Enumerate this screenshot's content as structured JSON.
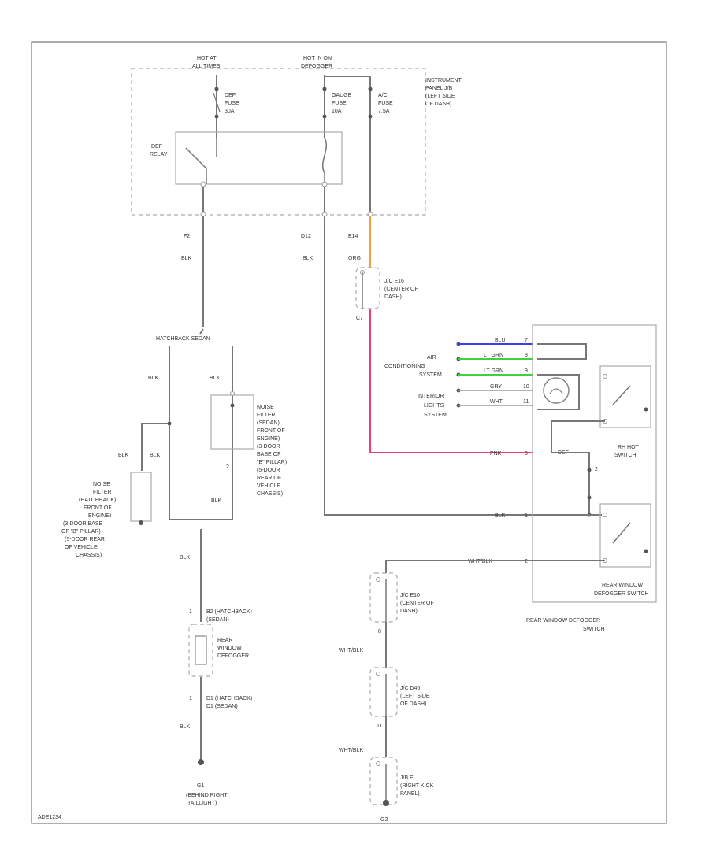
{
  "colors": {
    "wire": "#777777",
    "orange": "#f0a040",
    "pink": "#f03c78",
    "blue": "#3c3cf0",
    "green": "#3cd23c"
  },
  "labels": {
    "hot_at_all_times": [
      "HOT AT",
      "ALL TIMES"
    ],
    "hot_in_on_defogger": [
      "HOT IN ON",
      "DEFOGGER"
    ],
    "instrument_panel_jb": [
      "INSTRUMENT",
      "PANEL J/B",
      "(LEFT SIDE",
      "OF DASH)"
    ],
    "def_fuse": [
      "DEF",
      "FUSE",
      "30A"
    ],
    "gauge_fuse": [
      "GAUGE",
      "FUSE",
      "10A"
    ],
    "ac_fuse": [
      "A/C",
      "FUSE",
      "7.5A"
    ],
    "def_relay": [
      "DEF",
      "RELAY"
    ],
    "f2": "F2",
    "d12": "D12",
    "e14": "E14",
    "blk": "BLK",
    "org": "ORG",
    "jc_e16": [
      "J/C E16",
      "(CENTER OF",
      "DASH)"
    ],
    "c7": "C7",
    "hatchback_sedan": "HATCHBACK  SEDAN",
    "noise_filter_sedan": [
      "NOISE",
      "FILTER",
      "(SEDAN)",
      "FRONT OF",
      "ENGINE)",
      "(3-DOOR",
      "BASE OF",
      "\"B\" PILLAR)",
      "(5-DOOR",
      "REAR OF",
      "VEHICLE",
      "CHASSIS)"
    ],
    "noise_filter_hatchback": [
      "NOISE",
      "FILTER",
      "(HATCHBACK)",
      "FRONT OF",
      "ENGINE)",
      "(3-DOOR BASE",
      "OF \"B\" PILLAR)",
      "(5-DOOR REAR",
      "OF VEHICLE",
      "CHASSIS)"
    ],
    "num_2": "2",
    "num_1": "1",
    "air_conditioning": [
      "AIR",
      "CONDITIONING",
      "SYSTEM"
    ],
    "interior_lights": [
      "INTERIOR",
      "LIGHTS",
      "SYSTEM"
    ],
    "wires": [
      "BLU",
      "LT GRN",
      "LT GRN",
      "GRY",
      "WHT"
    ],
    "sw_pins": [
      "7",
      "8",
      "9",
      "10",
      "11"
    ],
    "pink_wire": "PNK",
    "pink_pin": "6",
    "pink_extra": "DEF",
    "rh_hot_switch": [
      "RH HOT",
      "SWITCH"
    ],
    "blk_pin": "BLK",
    "blk_pin_no": "1",
    "wht_blk_pin": "WHT/BLK",
    "wht_blk_no": "2",
    "rear_window_defogger_inner": [
      "REAR WINDOW",
      "DEFOGGER SWITCH"
    ],
    "rear_window_defogger_switch": [
      "REAR WINDOW DEFOGGER",
      "SWITCH"
    ],
    "b2_lines": [
      "B2  (HATCHBACK)",
      "(SEDAN)"
    ],
    "rear_window_defogger": [
      "REAR",
      "WINDOW",
      "DEFOGGER"
    ],
    "d1_lines": [
      "D1  (HATCHBACK)",
      "D1  (SEDAN)"
    ],
    "ground_g1": "G1",
    "ground_g1_desc": [
      "(BEHIND RIGHT",
      "TAILLIGHT)"
    ],
    "jc_e10": [
      "J/C E10",
      "(CENTER OF",
      "DASH)"
    ],
    "jc_d46": [
      "J/C D46",
      "(LEFT SIDE",
      "OF DASH)"
    ],
    "wht_blk": "WHT/BLK",
    "j_pin_a": "8",
    "j_pin_b": "11",
    "jb_e": [
      "J/B E",
      "(RIGHT KICK",
      "PANEL)"
    ],
    "ground_g2": "G2",
    "diagram_code": "ADE1234"
  }
}
